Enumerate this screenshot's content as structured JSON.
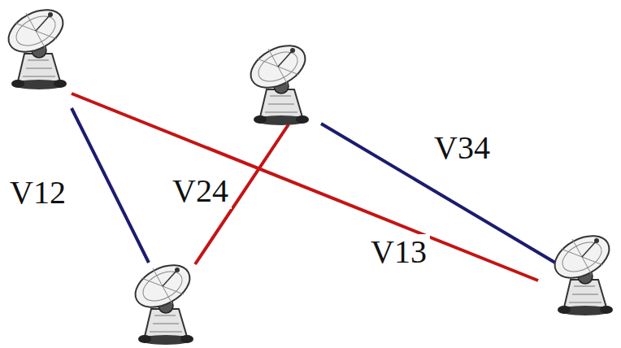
{
  "diagram": {
    "labels": [
      "V34",
      "V12",
      "V24",
      "V13"
    ]
  }
}
